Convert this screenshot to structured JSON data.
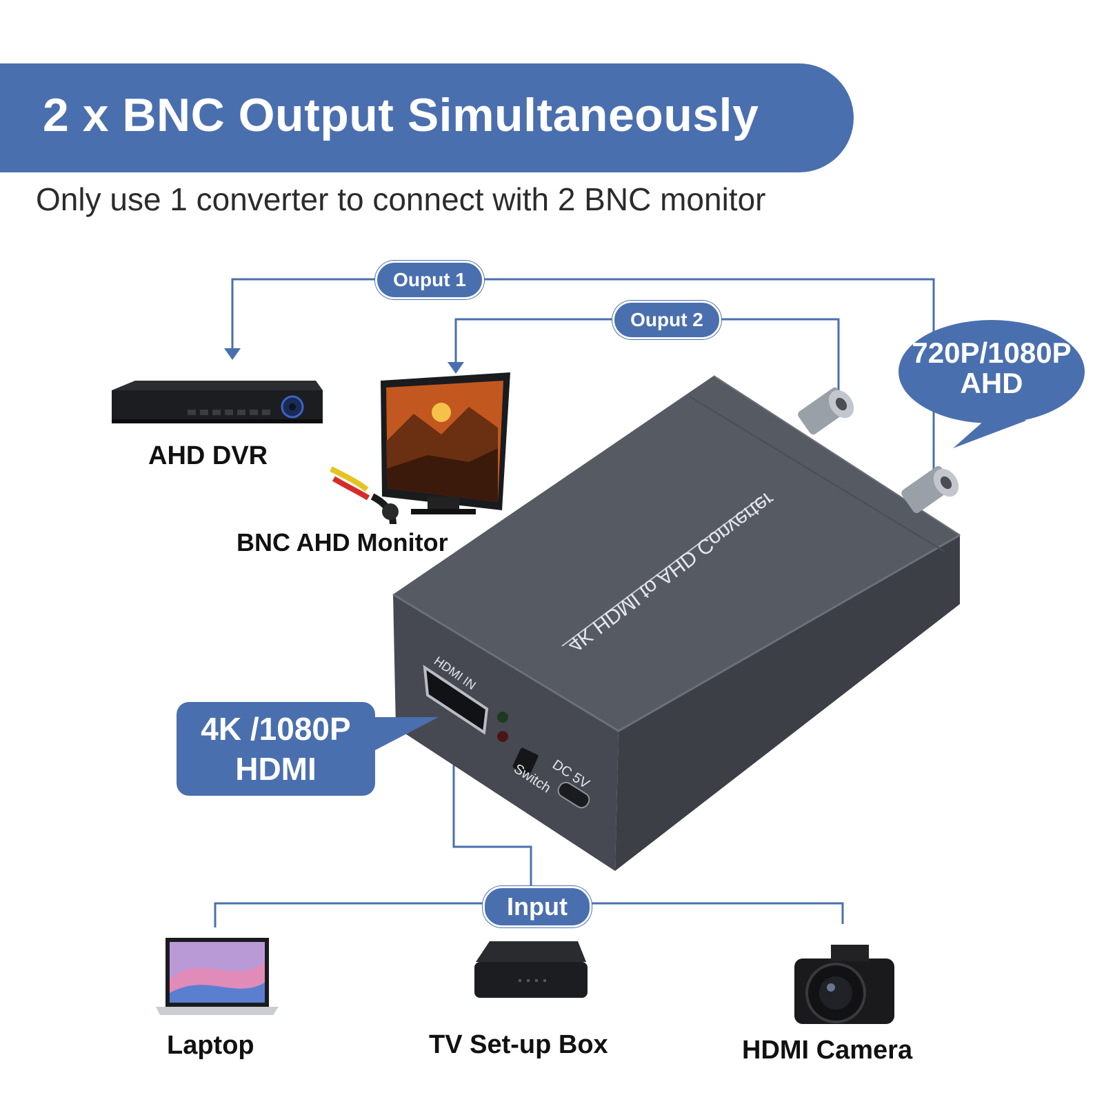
{
  "header": {
    "title": "2 x BNC Output Simultaneously",
    "subtitle": "Only use 1 converter to connect with 2 BNC monitor"
  },
  "outputs": [
    {
      "label": "Ouput 1",
      "device": "AHD DVR"
    },
    {
      "label": "Ouput 2",
      "device": "BNC AHD Monitor"
    }
  ],
  "callouts": {
    "output_format_line1": "720P/1080P",
    "output_format_line2": "AHD",
    "input_format_line1": "4K /1080P",
    "input_format_line2": "HDMI"
  },
  "converter": {
    "top_text": "4K HDMI to AHD Converter",
    "port_hdmi": "HDMI IN",
    "port_switch": "Switch",
    "port_dc": "DC 5V"
  },
  "input": {
    "label": "Input",
    "devices": [
      "Laptop",
      "TV Set-up Box",
      "HDMI Camera"
    ]
  },
  "colors": {
    "accent": "#4a6faf",
    "device_body": "#4b4e57"
  }
}
